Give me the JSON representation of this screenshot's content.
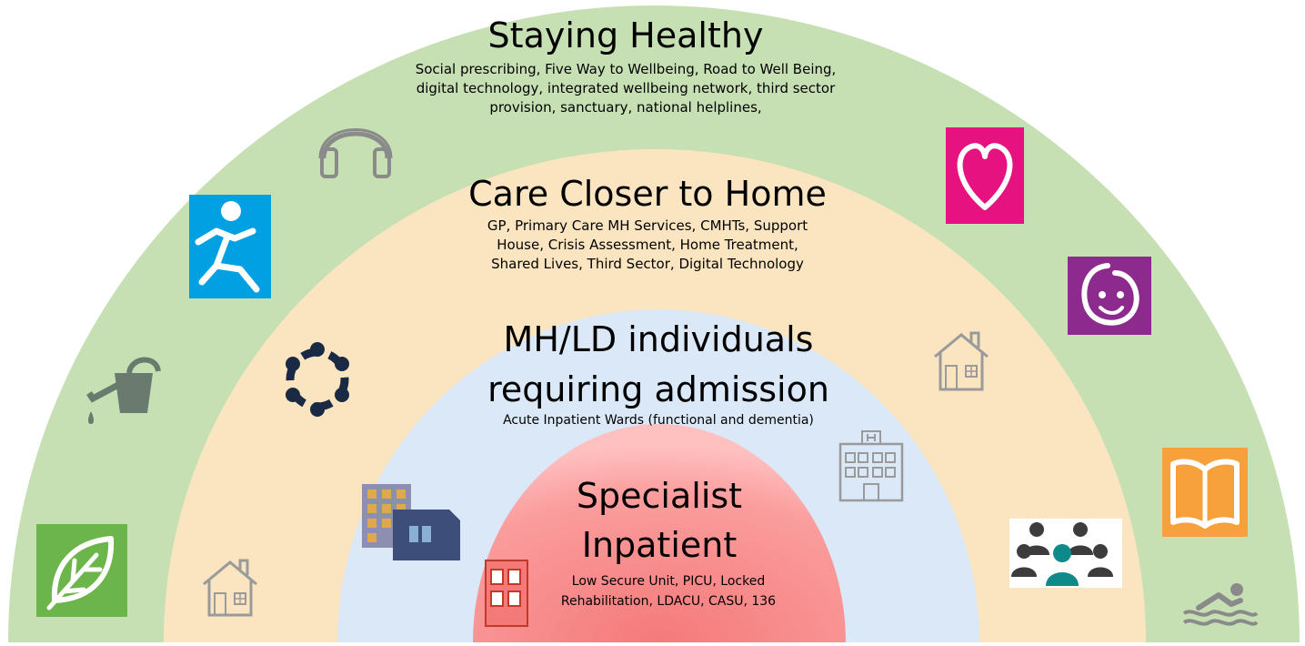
{
  "layers": [
    {
      "title": "Staying Healthy",
      "desc_lines": [
        "Social prescribing, Five Way to Wellbeing, Road to Well Being,",
        "digital technology,  integrated wellbeing network, third sector",
        "provision, sanctuary, national helplines,"
      ],
      "color": "#c6e0b4"
    },
    {
      "title": "Care Closer to Home",
      "desc_lines": [
        "GP, Primary Care MH Services, CMHTs, Support",
        "House, Crisis Assessment, Home Treatment,",
        "Shared Lives, Third Sector, Digital Technology"
      ],
      "color": "#fbe5c0"
    },
    {
      "title_lines": [
        "MH/LD individuals",
        "requiring admission"
      ],
      "desc_lines": [
        "Acute Inpatient Wards (functional and dementia)"
      ],
      "color": "#dae8f8"
    },
    {
      "title_lines": [
        "Specialist",
        "Inpatient"
      ],
      "desc_lines": [
        "Low Secure Unit, PICU, Locked",
        "Rehabilitation, LDACU, CASU, 136"
      ],
      "color": "#f47a7a"
    }
  ],
  "icons": [
    "headphones-icon",
    "running-person-icon",
    "watering-can-icon",
    "leaf-icon",
    "house-outline-icon",
    "community-circle-icon",
    "buildings-icon",
    "hospital-icon",
    "door-icon",
    "heart-icon",
    "smiley-icon",
    "open-book-icon",
    "group-people-icon",
    "swimmer-icon"
  ]
}
